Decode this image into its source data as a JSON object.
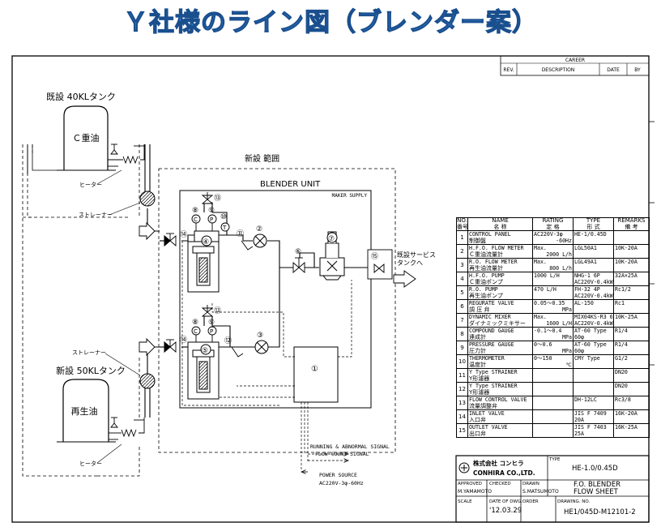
{
  "title": "Ｙ社様のライン図（ブレンダー案）",
  "labels": {
    "tank1_title": "既設 40KLタンク",
    "tank1_content": "Ｃ重油",
    "tank2_title": "新設 50KLタンク",
    "tank2_content": "再生油",
    "heater": "ヒーター",
    "strainer": "ストレーナー",
    "new_scope": "新設 範囲",
    "blender_unit": "BLENDER UNIT",
    "maker_supply": "MAKER SUPPLY",
    "to_service_tank_line1": "既設サービス",
    "to_service_tank_line2": "タンクへ",
    "signal_line1": "RUNNING & ABNORMAL SIGNAL",
    "signal_line2": "FLOW COUNT SIGNAL",
    "power_line1": "POWER SOURCE",
    "power_line2": "AC220V-3φ-60Hz"
  },
  "revision_block": {
    "career": "CAREER",
    "rev": "REV.",
    "description": "DESCRIPTION",
    "date": "DATE",
    "by": "BY"
  },
  "parts_table": {
    "headers": {
      "no_en": "NO.",
      "no_jp": "番号",
      "name_en": "NAME",
      "name_jp": "名 称",
      "rating_en": "RATING",
      "rating_jp": "定 格",
      "type_en": "TYPE",
      "type_jp": "形 式",
      "remarks_en": "REMARKS",
      "remarks_jp": "備 考"
    },
    "rows": [
      {
        "no": "1",
        "name_en": "CONTROL PANEL",
        "name_jp": "制御盤",
        "rating1": "AC220V-3φ",
        "rating2": "-60Hz",
        "type1": "HE-1/0.45D",
        "type2": "",
        "remarks": ""
      },
      {
        "no": "2",
        "name_en": "H.F.O. FLOW METER",
        "name_jp": "Ｃ重油流量計",
        "rating1": "Max.",
        "rating2": "2000 L/h",
        "type1": "LGL50A1",
        "type2": "",
        "remarks": "10K-20A"
      },
      {
        "no": "3",
        "name_en": "R.O. FLOW METER",
        "name_jp": "再生油流量計",
        "rating1": "Max.",
        "rating2": "800 L/h",
        "type1": "LGL49A1",
        "type2": "",
        "remarks": "10K-20A"
      },
      {
        "no": "4",
        "name_en": "H.F.O. PUMP",
        "name_jp": "Ｃ重油ポンプ",
        "rating1": "1000 L/H",
        "rating2": "",
        "type1": "NHG-1 6P",
        "type2": "AC220V-0.4kW",
        "remarks": "32A×25A"
      },
      {
        "no": "5",
        "name_en": "R.O. PUMP",
        "name_jp": "再生油ポンプ",
        "rating1": "470 L/H",
        "rating2": "",
        "type1": "FH-32 4P",
        "type2": "AC220V-0.4kW",
        "remarks": "Rc1/2"
      },
      {
        "no": "6",
        "name_en": "REGURATE VALVE",
        "name_jp": "調 圧 弁",
        "rating1": "0.05～0.35",
        "rating2": "MPa",
        "type1": "AL-150",
        "type2": "",
        "remarks": "Rc1"
      },
      {
        "no": "7",
        "name_en": "DYNAMIC MIXER",
        "name_jp": "ダイナミックミキサー",
        "rating1": "Max.",
        "rating2": "1600 L/H",
        "type1": "MIX04KS-R3 6P",
        "type2": "AC220V-0.4kW",
        "remarks": "10K-25A"
      },
      {
        "no": "8",
        "name_en": "COMPOUND GAUGE",
        "name_jp": "連成計",
        "rating1": "-0.1～0.4",
        "rating2": "MPa",
        "type1": "AT-60 Type",
        "type2": "60φ",
        "remarks": "R1/4"
      },
      {
        "no": "9",
        "name_en": "PRESSURE GAUGE",
        "name_jp": "圧力計",
        "rating1": "0～0.6",
        "rating2": "MPa",
        "type1": "AT-60 Type",
        "type2": "60φ",
        "remarks": "R1/4"
      },
      {
        "no": "10",
        "name_en": "THERMOMETER",
        "name_jp": "温度計",
        "rating1": "0～150",
        "rating2": "℃",
        "type1": "CMY Type",
        "type2": "",
        "remarks": "G1/2"
      },
      {
        "no": "11",
        "name_en": "Y Type STRAINER",
        "name_jp": "Y形濾器",
        "rating1": "",
        "rating2": "",
        "type1": "",
        "type2": "",
        "remarks": "DN20"
      },
      {
        "no": "12",
        "name_en": "Y Type STRAINER",
        "name_jp": "Y形濾器",
        "rating1": "",
        "rating2": "",
        "type1": "",
        "type2": "",
        "remarks": "DN20"
      },
      {
        "no": "13",
        "name_en": "FLOW CONTROL VALVE",
        "name_jp": "流量調整弁",
        "rating1": "",
        "rating2": "",
        "type1": "DH-12LC",
        "type2": "",
        "remarks": "Rc3/8"
      },
      {
        "no": "14",
        "name_en": "INLET VALVE",
        "name_jp": "入口弁",
        "rating1": "",
        "rating2": "",
        "type1": "JIS F 7409",
        "type2": "20A",
        "remarks": "16K-20A"
      },
      {
        "no": "15",
        "name_en": "OUTLET VALVE",
        "name_jp": "出口弁",
        "rating1": "",
        "rating2": "",
        "type1": "JIS F 7403",
        "type2": "25A",
        "remarks": "16K-25A"
      }
    ]
  },
  "title_block": {
    "company_jp": "株式会社 コンヒラ",
    "company_en": "CONHIRA CO.,LTD.",
    "type_label": "TYPE",
    "type_value": "HE-1.0/0.45D",
    "approved_label": "APPROVED",
    "approved_value": "M.YAMAMOTO",
    "checked_label": "CHECKED",
    "checked_value": "",
    "drawn_label": "DRAWN",
    "drawn_value": "S.MATSUMOTO",
    "drawing_title_line1": "F.O. BLENDER",
    "drawing_title_line2": "FLOW SHEET",
    "scale_label": "SCALE",
    "date_label": "DATE OF DWG.",
    "date_value": "'12.03.29",
    "order_label": "ORDER",
    "drawing_no_label": "DRAWING. NO.",
    "drawing_no_value": "HE1/045D-M12101-2"
  },
  "component_numbers": [
    "①",
    "②",
    "③",
    "④",
    "⑤",
    "⑥",
    "⑦",
    "⑧",
    "⑨",
    "⑩",
    "⑪",
    "⑫",
    "⑬",
    "⑭",
    "⑮"
  ],
  "gauge_letters": {
    "compound": "C",
    "pressure": "P",
    "thermo": "T"
  }
}
